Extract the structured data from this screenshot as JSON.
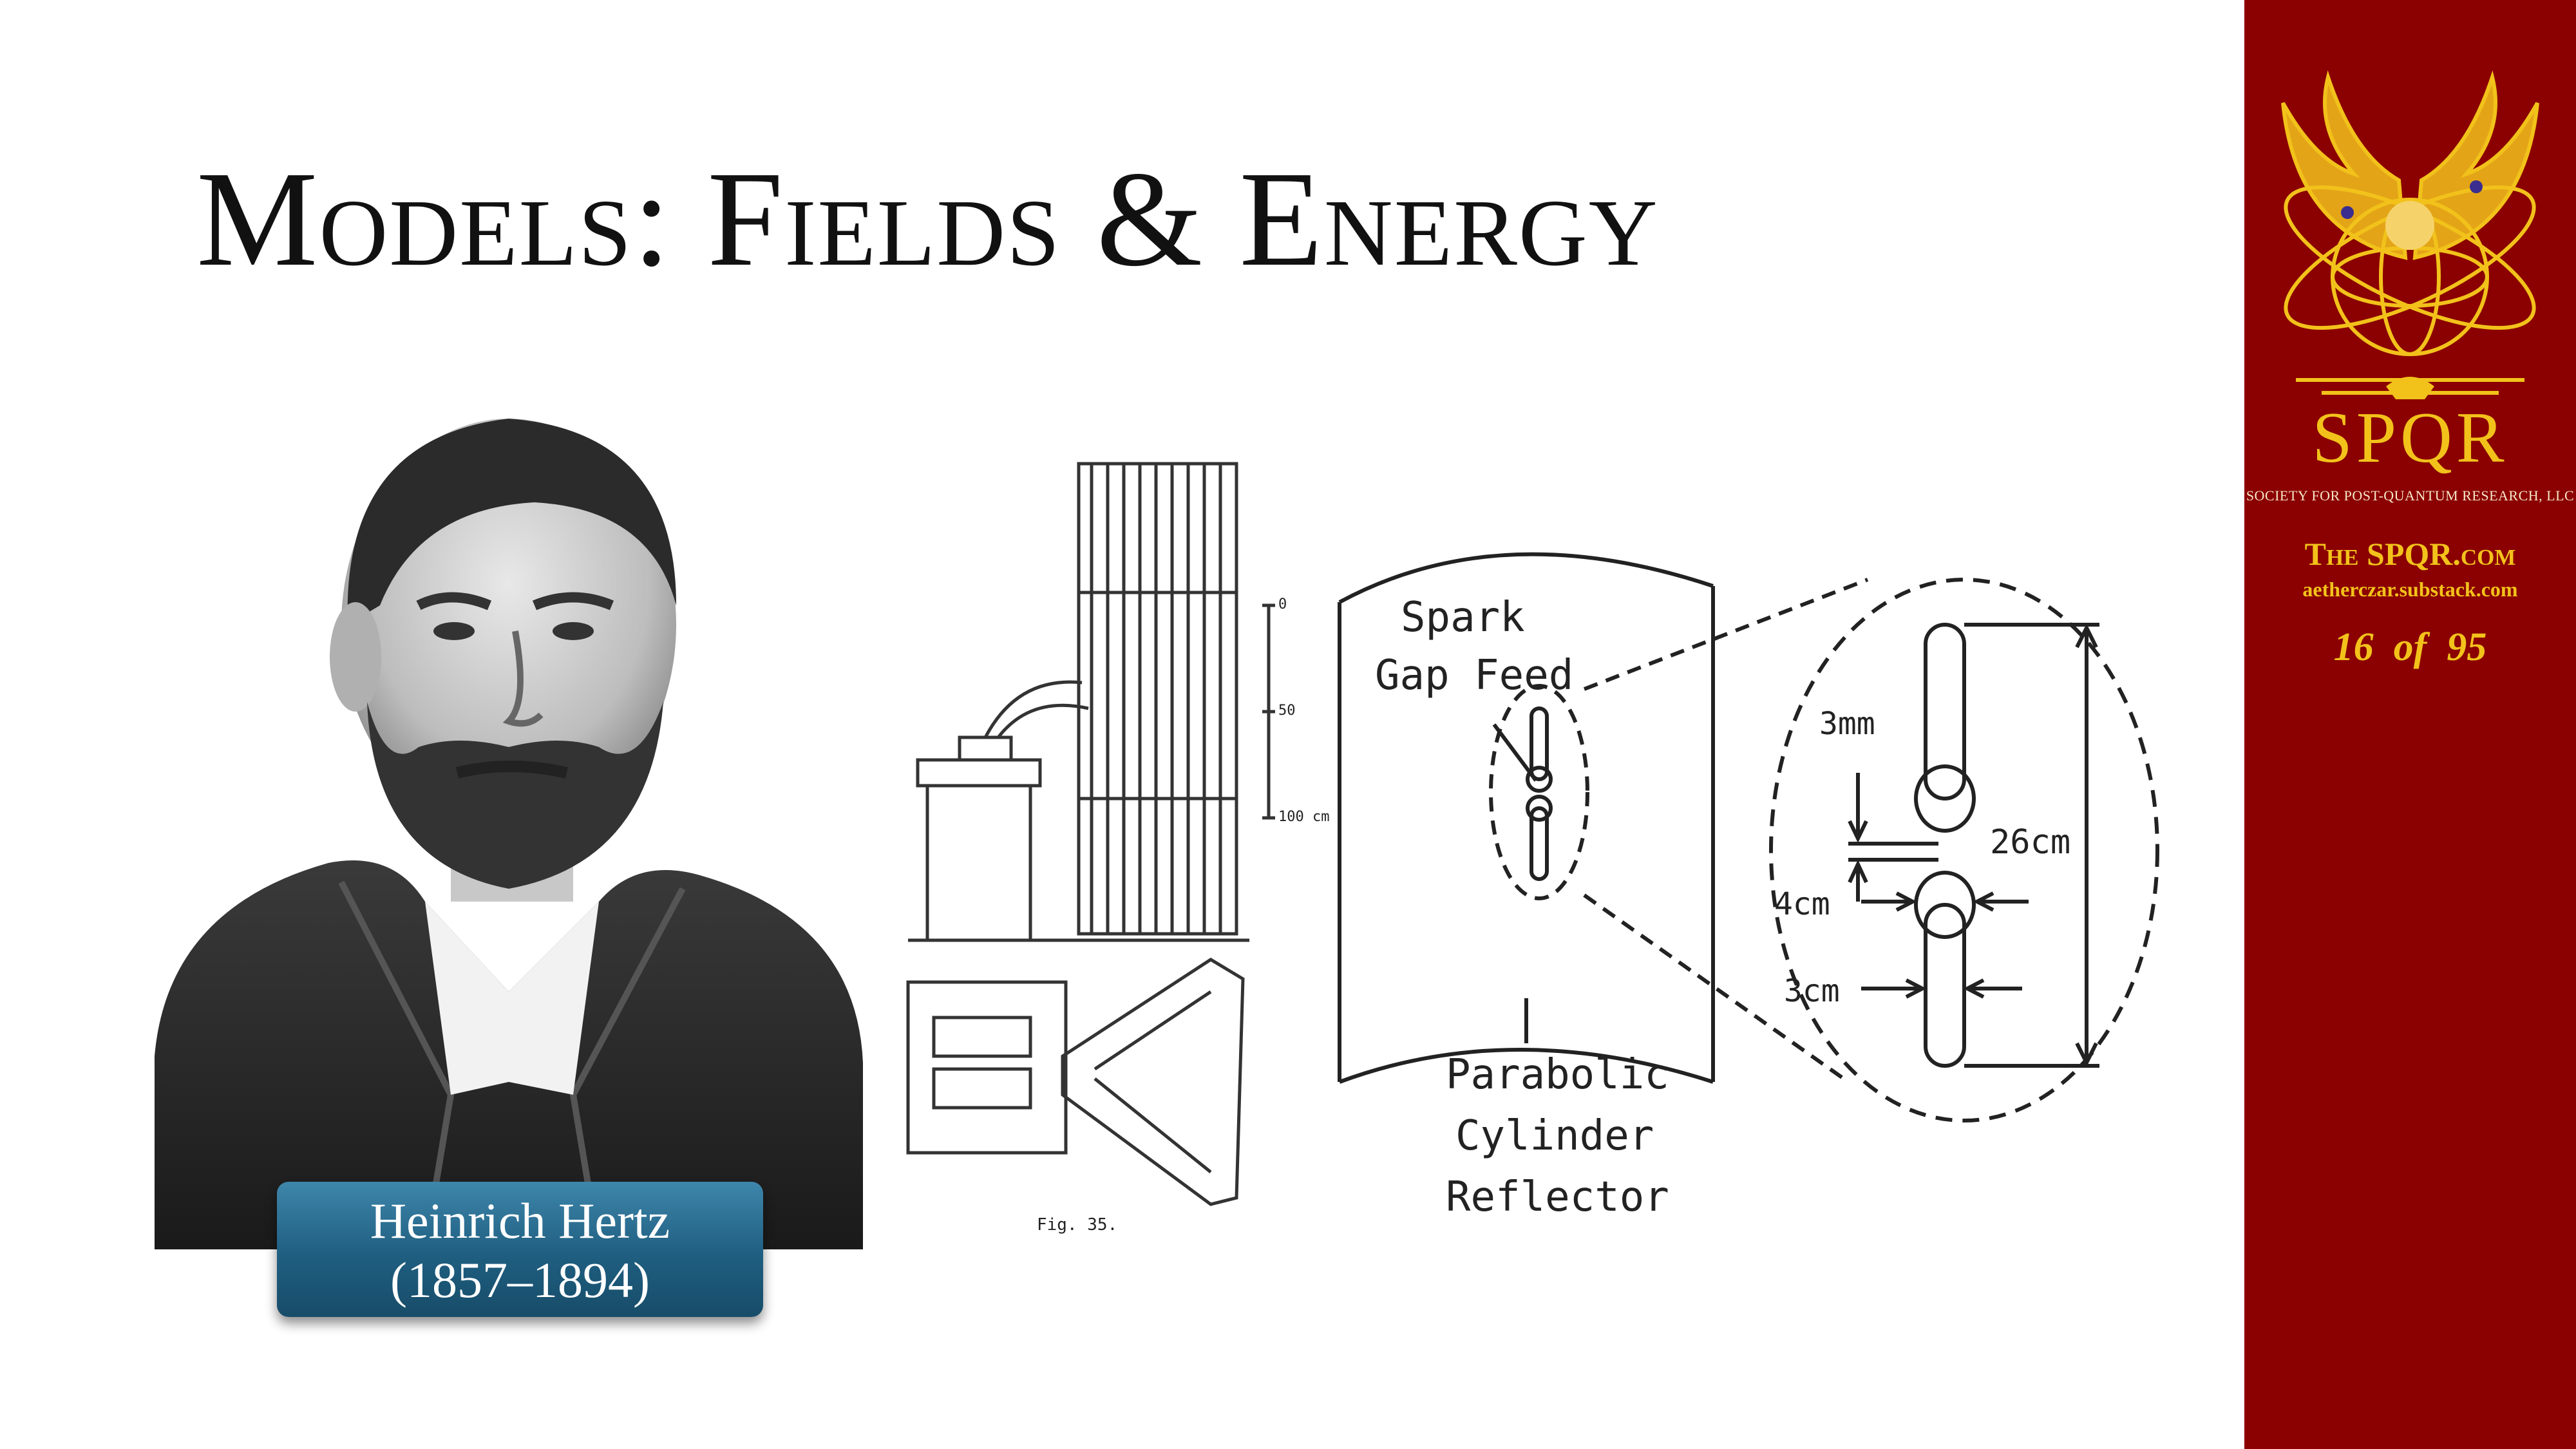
{
  "slide": {
    "title": "Models: Fields & Energy"
  },
  "portrait": {
    "caption_name": "Heinrich Hertz",
    "caption_years": "(1857–1894)"
  },
  "apparatus_drawing": {
    "scale_labels": [
      "0",
      "50",
      "100 cm"
    ],
    "figure_label": "Fig. 35."
  },
  "antenna_drawing": {
    "feed_label_line1": "Spark",
    "feed_label_line2": "Gap Feed",
    "reflector_label_line1": "Parabolic",
    "reflector_label_line2": "Cylinder",
    "reflector_label_line3": "Reflector",
    "dim_gap": "3mm",
    "dim_sphere": "4cm",
    "dim_rod": "3cm",
    "dim_length": "26cm"
  },
  "sidebar": {
    "brand_name": "SPQR",
    "brand_tagline": "SOCIETY FOR POST-QUANTUM RESEARCH, LLC",
    "site_main": "The SPQR.com",
    "site_sub": "aetherczar.substack.com",
    "page_current": "16",
    "page_sep": "of",
    "page_total": "95"
  },
  "colors": {
    "sidebar_bg": "#8b0000",
    "sidebar_gold": "#f2c21b",
    "caption_blue": "#1f5e80"
  }
}
